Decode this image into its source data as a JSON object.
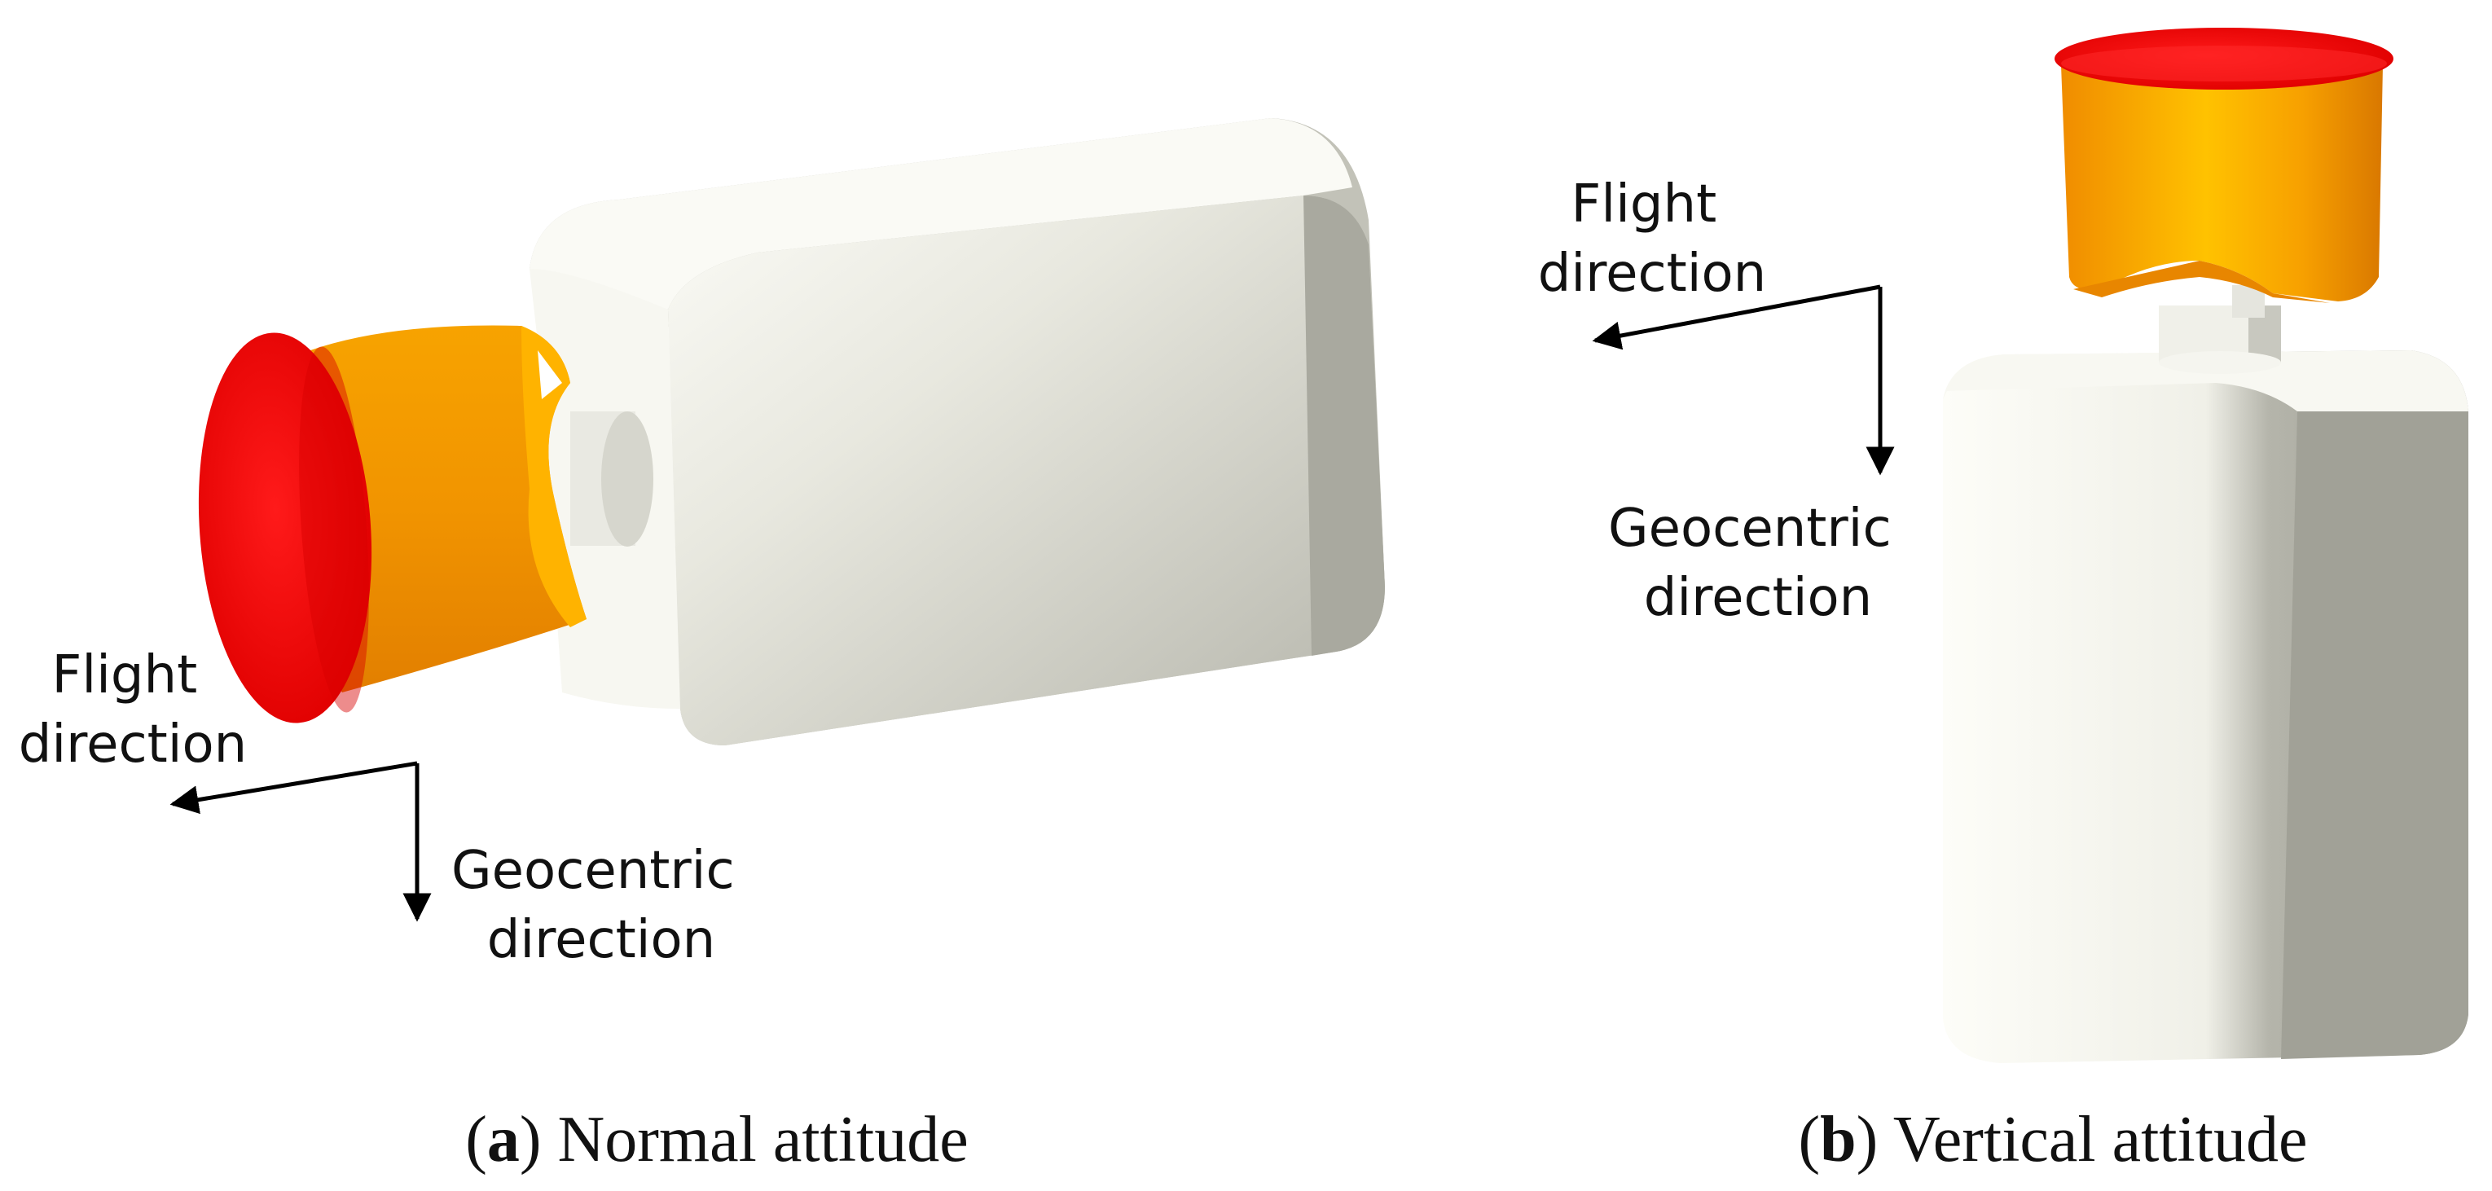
{
  "panel_a": {
    "flight_line1": "Flight",
    "flight_line2": "direction",
    "geo_line1": "Geocentric",
    "geo_line2": "direction",
    "caption_open": "(",
    "caption_letter": "a",
    "caption_rest": ") Normal attitude"
  },
  "panel_b": {
    "flight_line1": "Flight",
    "flight_line2": "direction",
    "geo_line1": "Geocentric",
    "geo_line2": "direction",
    "caption_open": "(",
    "caption_letter": "b",
    "caption_rest": ") Vertical attitude"
  },
  "colors": {
    "body_light": "#f4f4ee",
    "body_shadow": "#9c9c92",
    "cup_orange": "#f39a00",
    "cup_highlight": "#ffc400",
    "disk_red": "#f00000",
    "arrow": "#000000"
  }
}
